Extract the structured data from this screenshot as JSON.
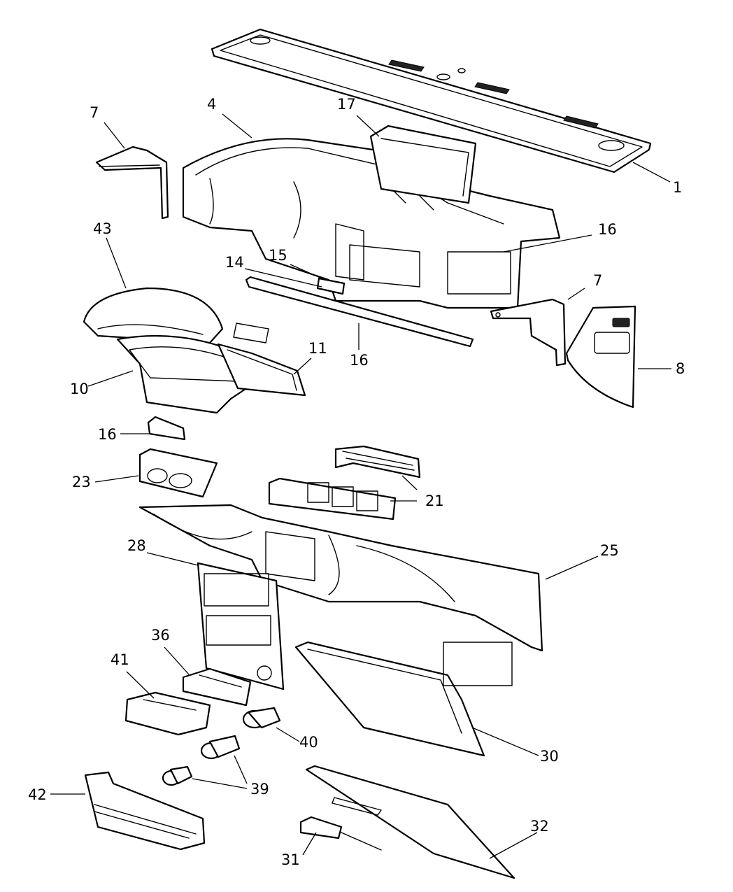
{
  "callouts": [
    {
      "id": "c1",
      "text": "1"
    },
    {
      "id": "c4",
      "text": "4"
    },
    {
      "id": "c7a",
      "text": "7"
    },
    {
      "id": "c17",
      "text": "17"
    },
    {
      "id": "c16a",
      "text": "16"
    },
    {
      "id": "c43",
      "text": "43"
    },
    {
      "id": "c15",
      "text": "15"
    },
    {
      "id": "c14",
      "text": "14"
    },
    {
      "id": "c7b",
      "text": "7"
    },
    {
      "id": "c11",
      "text": "11"
    },
    {
      "id": "c16b",
      "text": "16"
    },
    {
      "id": "c8",
      "text": "8"
    },
    {
      "id": "c10",
      "text": "10"
    },
    {
      "id": "c16c",
      "text": "16"
    },
    {
      "id": "c23",
      "text": "23"
    },
    {
      "id": "c21",
      "text": "21"
    },
    {
      "id": "c28",
      "text": "28"
    },
    {
      "id": "c25",
      "text": "25"
    },
    {
      "id": "c36",
      "text": "36"
    },
    {
      "id": "c41",
      "text": "41"
    },
    {
      "id": "c40",
      "text": "40"
    },
    {
      "id": "c30",
      "text": "30"
    },
    {
      "id": "c39",
      "text": "39"
    },
    {
      "id": "c42",
      "text": "42"
    },
    {
      "id": "c32",
      "text": "32"
    },
    {
      "id": "c31",
      "text": "31"
    }
  ]
}
